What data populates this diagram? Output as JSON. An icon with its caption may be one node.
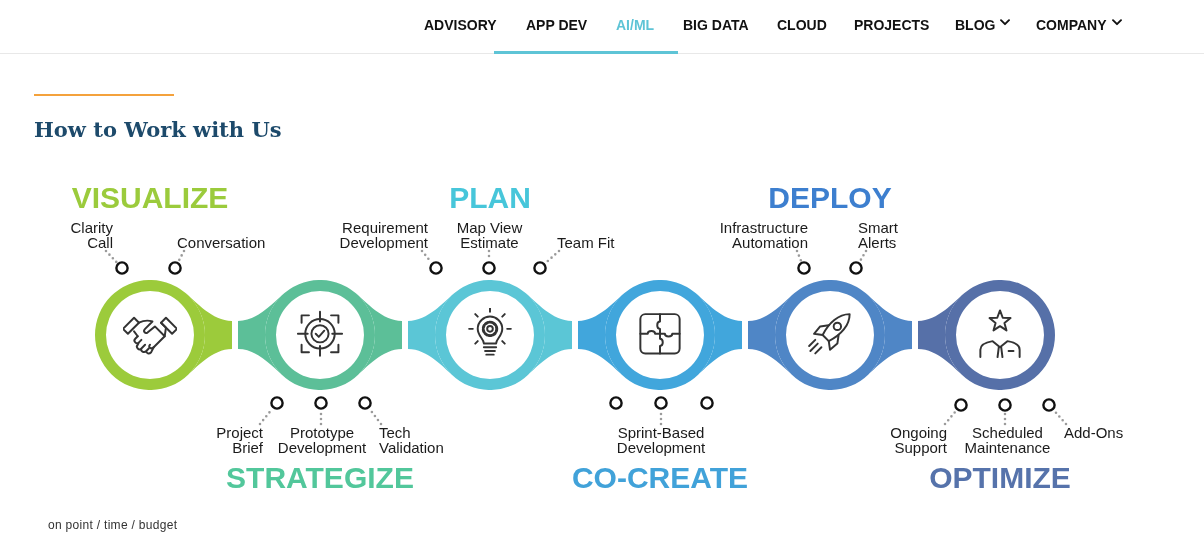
{
  "diagram": {
    "title": "How to Work with Us",
    "nodes": [
      {
        "text": [
          "VISUALIZE"
        ]
      },
      {
        "text": [
          "Clarity Call"
        ]
      },
      {
        "text": [],
        "shape": "circle"
      },
      {
        "text": [
          "Conversation"
        ]
      },
      {
        "text": [],
        "shape": "circle"
      },
      {
        "text": [
          "STRATEGIZE"
        ]
      },
      {
        "text": [
          "Project Brief"
        ]
      },
      {
        "text": [],
        "shape": "circle"
      },
      {
        "text": [
          "Prototype Development"
        ]
      },
      {
        "text": [],
        "shape": "circle"
      },
      {
        "text": [
          "Tech Validation"
        ]
      },
      {
        "text": [],
        "shape": "circle"
      },
      {
        "text": [
          "PLAN"
        ]
      },
      {
        "text": [
          "Requirement Development"
        ]
      },
      {
        "text": [],
        "shape": "circle"
      },
      {
        "text": [
          "Map View Estimate"
        ]
      },
      {
        "text": [],
        "shape": "circle"
      },
      {
        "text": [
          "Team Fit"
        ]
      },
      {
        "text": [],
        "shape": "circle"
      },
      {
        "text": [
          "CO-CREATE"
        ]
      },
      {
        "text": [],
        "shape": "circle"
      },
      {
        "text": [
          "Sprint-Based Development"
        ]
      },
      {
        "text": [],
        "shape": "circle"
      },
      {
        "text": [],
        "shape": "circle"
      },
      {
        "text": [
          "DEPLOY"
        ]
      },
      {
        "text": [
          "Infrastructure Automation"
        ]
      },
      {
        "text": [],
        "shape": "circle"
      },
      {
        "text": [
          "Smart Alerts"
        ]
      },
      {
        "text": [],
        "shape": "circle"
      },
      {
        "text": [
          "OPTIMIZE"
        ]
      },
      {
        "text": [
          "Ongoing Support"
        ]
      },
      {
        "text": [],
        "shape": "circle"
      },
      {
        "text": [
          "Scheduled Maintenance"
        ]
      },
      {
        "text": [],
        "shape": "circle"
      },
      {
        "text": [
          "Add-Ons"
        ]
      },
      {
        "text": [],
        "shape": "circle"
      }
    ],
    "edges": [
      {
        "from": 0,
        "to": 5,
        "arrow": "none",
        "style": "thick"
      },
      {
        "from": 5,
        "to": 12,
        "arrow": "none",
        "style": "thick"
      },
      {
        "from": 12,
        "to": 19,
        "arrow": "none",
        "style": "thick"
      },
      {
        "from": 19,
        "to": 24,
        "arrow": "none",
        "style": "thick"
      },
      {
        "from": 24,
        "to": 29,
        "arrow": "none",
        "style": "thick"
      },
      {
        "from": 1,
        "to": 2,
        "arrow": "none",
        "style": "dashed"
      },
      {
        "from": 3,
        "to": 4,
        "arrow": "none",
        "style": "dashed"
      },
      {
        "from": 6,
        "to": 7,
        "arrow": "none",
        "style": "dashed"
      },
      {
        "from": 8,
        "to": 9,
        "arrow": "none",
        "style": "dashed"
      },
      {
        "from": 10,
        "to": 11,
        "arrow": "none",
        "style": "dashed"
      },
      {
        "from": 13,
        "to": 14,
        "arrow": "none",
        "style": "dashed"
      },
      {
        "from": 15,
        "to": 16,
        "arrow": "none",
        "style": "dashed"
      },
      {
        "from": 17,
        "to": 18,
        "arrow": "none",
        "style": "dashed"
      },
      {
        "from": 21,
        "to": 22,
        "arrow": "none",
        "style": "dashed"
      },
      {
        "from": 25,
        "to": 26,
        "arrow": "none",
        "style": "dashed"
      },
      {
        "from": 27,
        "to": 28,
        "arrow": "none",
        "style": "dashed"
      },
      {
        "from": 30,
        "to": 31,
        "arrow": "none",
        "style": "dashed"
      },
      {
        "from": 32,
        "to": 33,
        "arrow": "none",
        "style": "dashed"
      },
      {
        "from": 34,
        "to": 35,
        "arrow": "none",
        "style": "dashed"
      }
    ],
    "labels": [
      "ADVISORY",
      "APP DEV",
      "AI/ML",
      "BIG DATA",
      "CLOUD",
      "PROJECTS",
      "BLOG",
      "COMPANY",
      "on point / time / budget"
    ]
  }
}
